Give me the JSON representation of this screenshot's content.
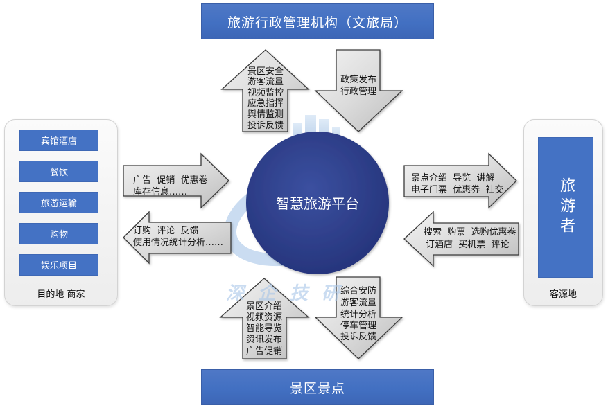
{
  "admin_agency": {
    "label": "旅游行政管理机构（文旅局）"
  },
  "scenic_spots": {
    "label": "景区景点"
  },
  "platform": {
    "label": "智慧旅游平台"
  },
  "merchants": {
    "items": [
      "宾馆酒店",
      "餐饮",
      "旅游运输",
      "购物",
      "娱乐项目"
    ],
    "caption": "目的地 商家"
  },
  "tourists": {
    "label": "旅游者",
    "caption": "客源地"
  },
  "flows": {
    "admin_up": [
      "景区安全",
      "游客流量",
      "视频监控",
      "应急指挥",
      "舆情监测",
      "投诉反馈"
    ],
    "admin_down": [
      "政策发布",
      "行政管理"
    ],
    "merchant_out": [
      "广告  促销  优惠卷",
      "库存信息……"
    ],
    "merchant_in": [
      "订购  评论  反馈",
      "使用情况统计分析……"
    ],
    "tourist_out": [
      "景点介绍  导览  讲解",
      "电子门票  优惠券  社交"
    ],
    "tourist_in": [
      "搜索  购票  选购优惠卷",
      "订酒店  买机票  评论"
    ],
    "scenic_up": [
      "景区介绍",
      "视频资源",
      "智能导览",
      "资讯发布",
      "广告促销"
    ],
    "scenic_down": [
      "综合安防",
      "游客流量",
      "统计分析",
      "停车管理",
      "投诉反馈"
    ]
  },
  "watermark": "深企技研",
  "colors": {
    "box_blue": "#4472C4",
    "platform_navy": "#2E3C86",
    "arrow_gray": "#D4D4D4",
    "arrow_outline": "#3A3A3A",
    "panel_gray": "#EFEFEF",
    "watermark_blue": "#A8C6E8"
  }
}
